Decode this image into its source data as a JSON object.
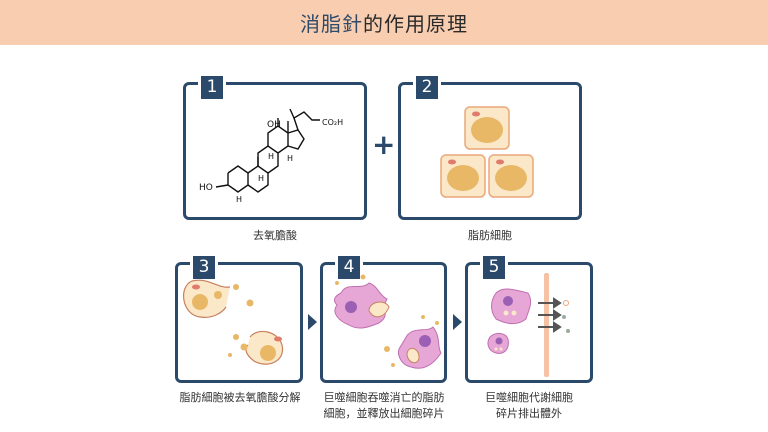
{
  "header": {
    "title_highlight": "消脂針",
    "title_rest": "的作用原理"
  },
  "panels": [
    {
      "number": "1",
      "caption": "去氧膽酸",
      "labels": {
        "oh_top": "OH",
        "co2h": "CO₂H",
        "ho": "HO",
        "h": "H"
      }
    },
    {
      "number": "2",
      "caption": "脂肪細胞"
    },
    {
      "number": "3",
      "caption": "脂肪細胞被去氧膽酸分解"
    },
    {
      "number": "4",
      "caption_line1": "巨噬細胞吞噬消亡的脂肪",
      "caption_line2": "細胞，並釋放出細胞碎片"
    },
    {
      "number": "5",
      "caption_line1": "巨噬細胞代謝細胞",
      "caption_line2": "碎片排出體外"
    }
  ],
  "plus_sign": "+",
  "colors": {
    "header_bg": "#f9cdb0",
    "frame": "#2b4a6b",
    "fat": "#e8b866",
    "cell_bg": "#fbe8c8",
    "macrophage": "#e6a6d6"
  }
}
